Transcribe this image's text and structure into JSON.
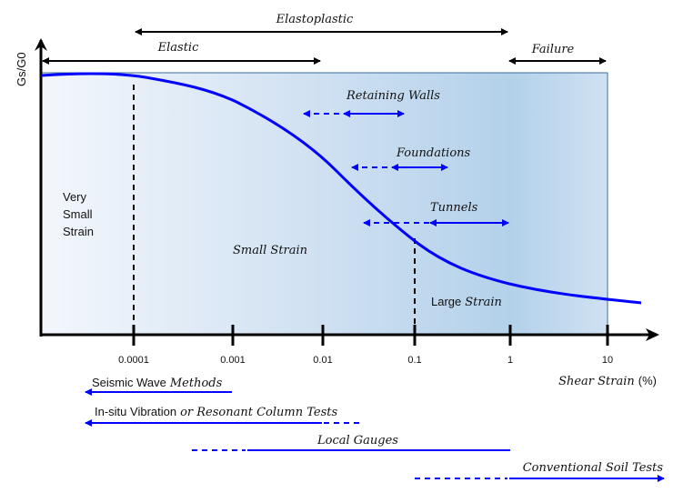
{
  "y_axis_label": "Gs/G0",
  "x_axis_label": {
    "italic": "Shear Strain",
    "unit": "(%)"
  },
  "x_ticks": [
    "0.0001",
    "0.001",
    "0.01",
    "0.1",
    "1",
    "10"
  ],
  "ranges": {
    "elastoplastic": "Elastoplastic",
    "elastic": "Elastic",
    "failure": "Failure"
  },
  "regions": {
    "very_small": [
      "Very",
      "Small",
      "Strain"
    ],
    "small": "Small Strain",
    "large_plain": "Large",
    "large_italic": "Strain"
  },
  "applications": {
    "retaining_walls": "Retaining Walls",
    "foundations": "Foundations",
    "tunnels": "Tunnels"
  },
  "methods": {
    "seismic_plain": "Seismic Wave",
    "seismic_italic": "Methods",
    "insitu_plain": "In-situ Vibration",
    "insitu_italic": "or Resonant Column Tests",
    "local_gauges": "Local Gauges",
    "conventional": "Conventional Soil Tests"
  },
  "colors": {
    "curve": "#0000ff",
    "shade_light": "#f3f7fc",
    "shade_dark": "#b3d1ea"
  }
}
